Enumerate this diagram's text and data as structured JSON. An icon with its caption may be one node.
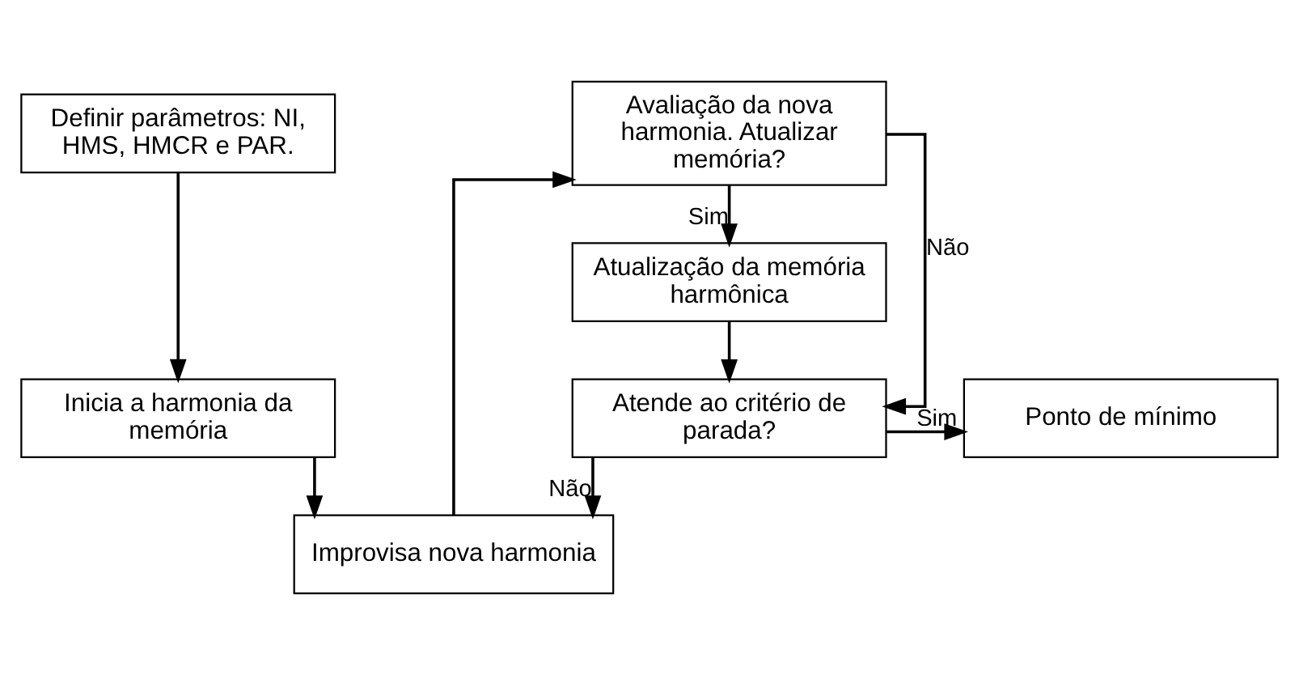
{
  "diagram": {
    "nodes": [
      {
        "text": [
          "Definir parâmetros: NI, HMS, HMCR e PAR."
        ]
      },
      {
        "text": [
          "Inicia a harmonia da memória"
        ]
      },
      {
        "text": [
          "Improvisa nova harmonia"
        ]
      },
      {
        "text": [
          "Avaliação da nova harmonia. Atualizar memória?"
        ]
      },
      {
        "text": [
          "Atualização da memória harmônica"
        ]
      },
      {
        "text": [
          "Atende ao critério de parada?"
        ]
      },
      {
        "text": [
          "Ponto de mínimo"
        ]
      }
    ],
    "edges": [
      {
        "from": 0,
        "to": 1,
        "arrow": "to"
      },
      {
        "from": 1,
        "to": 2,
        "arrow": "to"
      },
      {
        "from": 2,
        "to": 3,
        "arrow": "to"
      },
      {
        "from": 3,
        "to": 4,
        "arrow": "to",
        "label": "Sim"
      },
      {
        "from": 3,
        "to": 5,
        "arrow": "to",
        "label": "Não"
      },
      {
        "from": 4,
        "to": 5,
        "arrow": "to"
      },
      {
        "from": 5,
        "to": 2,
        "arrow": "to",
        "label": "Não"
      },
      {
        "from": 5,
        "to": 6,
        "arrow": "to",
        "label": "Sim"
      }
    ]
  }
}
